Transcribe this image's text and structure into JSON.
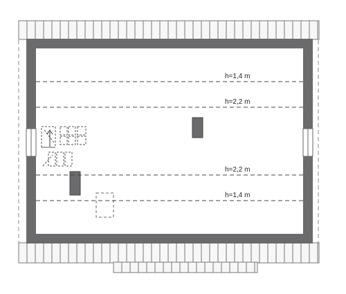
{
  "plan": {
    "colors": {
      "wall": "#6b6b6e",
      "roof_fill": "#f7f7f7",
      "roof_stroke": "#777777",
      "line": "#444444"
    },
    "height_lines": [
      {
        "label": "h=1,4 m"
      },
      {
        "label": "h=2,2 m"
      },
      {
        "label": "h=2,2 m"
      },
      {
        "label": "h=1,4 m"
      }
    ]
  }
}
